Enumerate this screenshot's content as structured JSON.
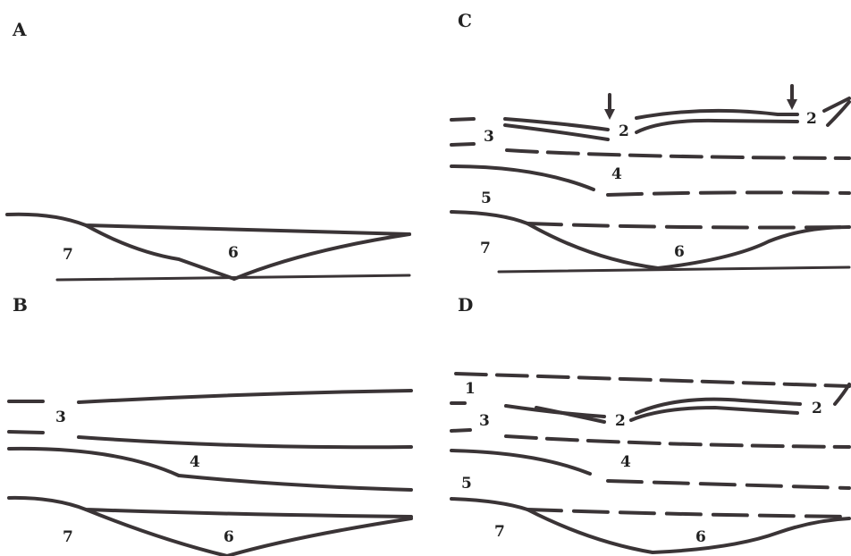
{
  "panels": {
    "A": {
      "letter": "A",
      "layers": [
        "7",
        "6"
      ]
    },
    "B": {
      "letter": "B",
      "layers": [
        "3",
        "4",
        "7",
        "6"
      ]
    },
    "C": {
      "letter": "C",
      "layers": [
        "3",
        "2",
        "2",
        "4",
        "5",
        "7",
        "6"
      ]
    },
    "D": {
      "letter": "D",
      "layers": [
        "1",
        "3",
        "2",
        "2",
        "4",
        "5",
        "7",
        "6"
      ]
    }
  },
  "colors": {
    "ink": "#3a3436",
    "background": "#ffffff"
  },
  "icons": {
    "marker": "down-arrow-icon"
  }
}
